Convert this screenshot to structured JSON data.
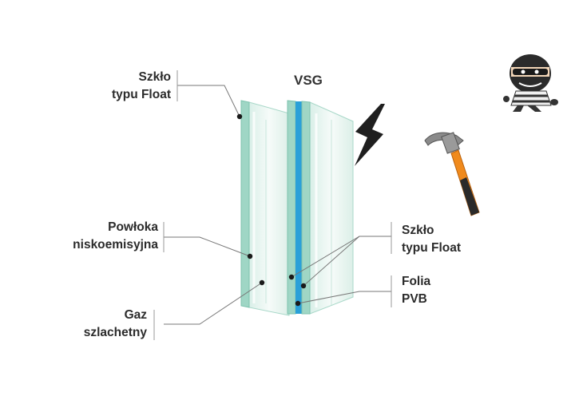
{
  "title": "VSG",
  "labels": {
    "float_left": [
      "Szkło",
      "typu Float"
    ],
    "lowe": [
      "Powłoka",
      "niskoemisyjna"
    ],
    "gas": [
      "Gaz",
      "szlachetny"
    ],
    "float_right": [
      "Szkło",
      "typu Float"
    ],
    "pvb": [
      "Folia",
      "PVB"
    ]
  },
  "colors": {
    "glass_edge": "#8fd0be",
    "glass_face": "#e9f6f1",
    "pvb_film": "#2aa0d8",
    "leader_line": "#777777",
    "bracket": "#999999",
    "text": "#2b2b2b",
    "lightning": "#1f1f1f",
    "hammer_handle": "#f08a1c"
  },
  "icons": [
    "lightning-icon",
    "hammer-icon",
    "burglar-icon"
  ]
}
